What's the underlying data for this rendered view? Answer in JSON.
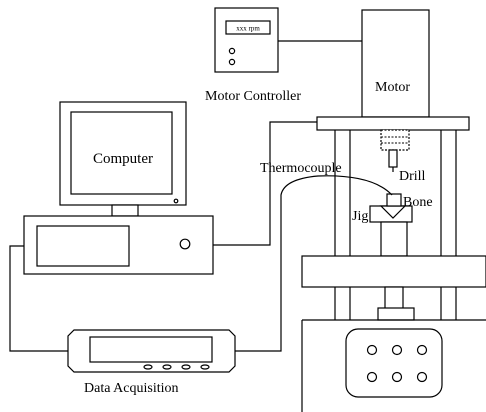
{
  "labels": {
    "motor_controller": "Motor Controller",
    "motor": "Motor",
    "computer": "Computer",
    "thermocouple": "Thermocouple",
    "drill": "Drill",
    "bone": "Bone",
    "jig": "Jig",
    "data_acquisition": "Data Acquisition",
    "rpm_display": "xxx rpm"
  }
}
